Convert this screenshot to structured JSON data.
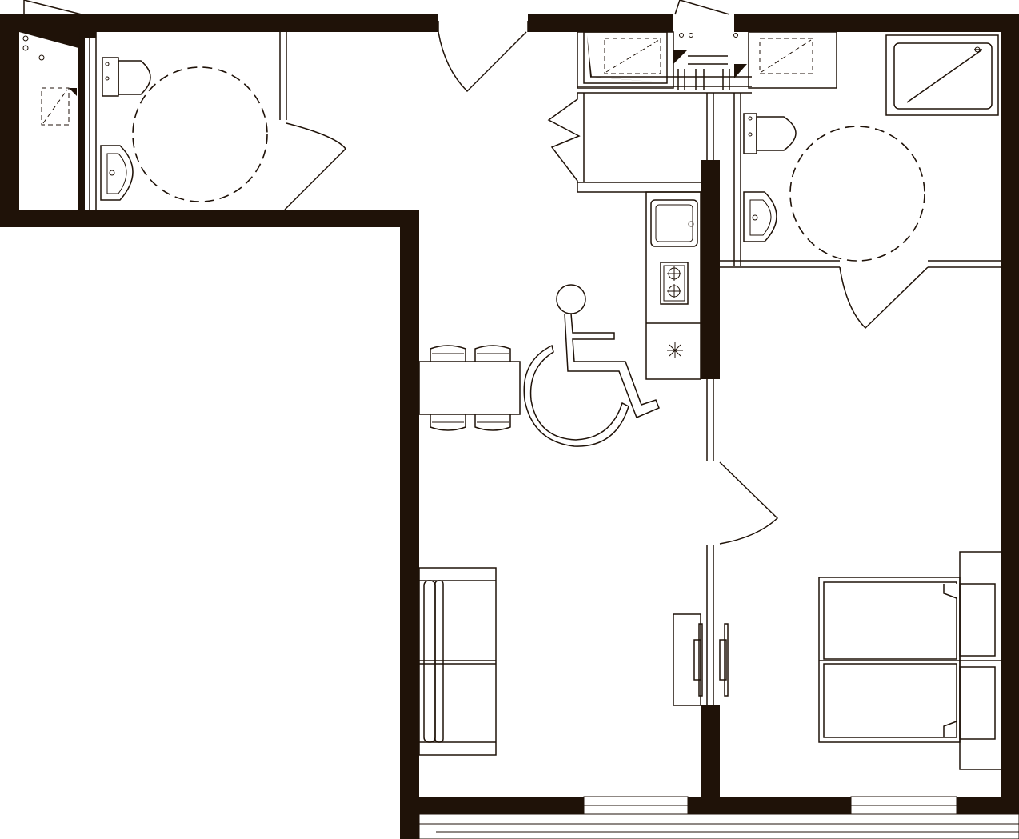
{
  "plan": {
    "type": "floor-plan",
    "colors": {
      "wall": "#1f1208",
      "background": "#ffffff"
    },
    "rooms": [
      "living-kitchen",
      "bedroom",
      "bathroom-accessible",
      "bathroom-small",
      "storage-closet",
      "small-washroom",
      "sitting-area"
    ],
    "symbols": [
      "wheelchair-accessibility-icon",
      "toilet-icon",
      "washbasin-icon",
      "shower-tray-icon",
      "cooktop-icon",
      "kitchen-sink-icon",
      "dining-table-icon",
      "sofa-icon",
      "double-bed-icon",
      "turning-circle-icon"
    ]
  }
}
